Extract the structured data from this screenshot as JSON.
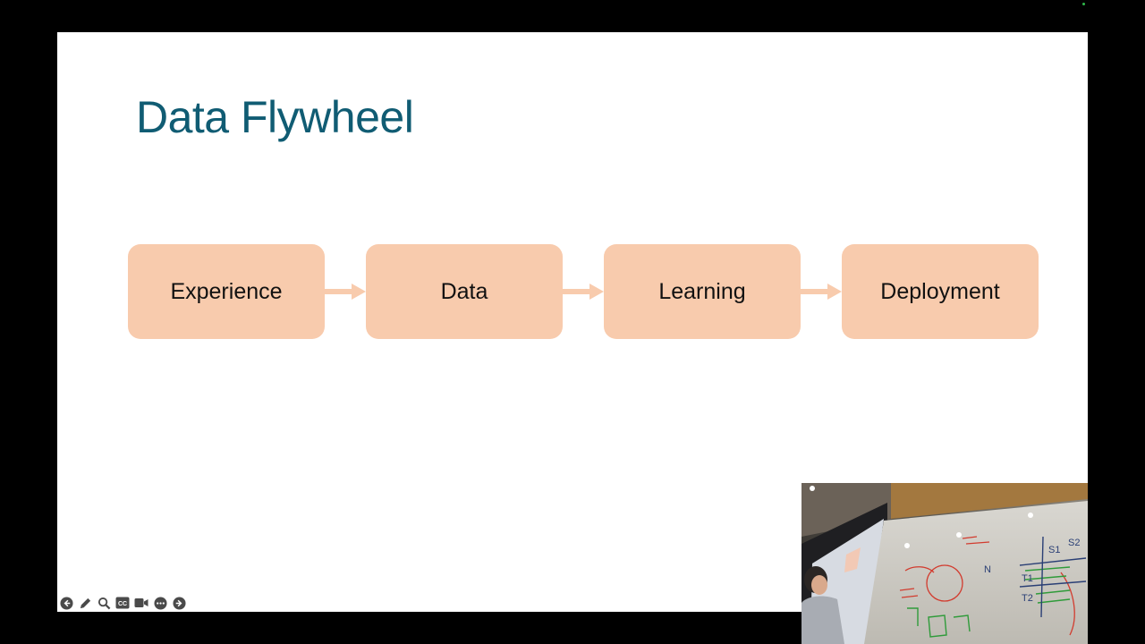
{
  "slide": {
    "title": "Data Flywheel",
    "flow": {
      "steps": [
        {
          "label": "Experience"
        },
        {
          "label": "Data"
        },
        {
          "label": "Learning"
        },
        {
          "label": "Deployment"
        }
      ],
      "box_color": "#f8cbad",
      "arrow_color": "#f8cbad"
    },
    "title_color": "#105c73"
  },
  "controls": {
    "icons": [
      "previous-icon",
      "pen-icon",
      "zoom-icon",
      "captions-icon",
      "video-icon",
      "more-icon",
      "next-icon"
    ]
  },
  "webcam": {
    "whiteboard_notes": [
      "S1",
      "S2",
      "T1",
      "T2",
      "N"
    ]
  },
  "status": {
    "indicator_color": "#2fb84a"
  }
}
